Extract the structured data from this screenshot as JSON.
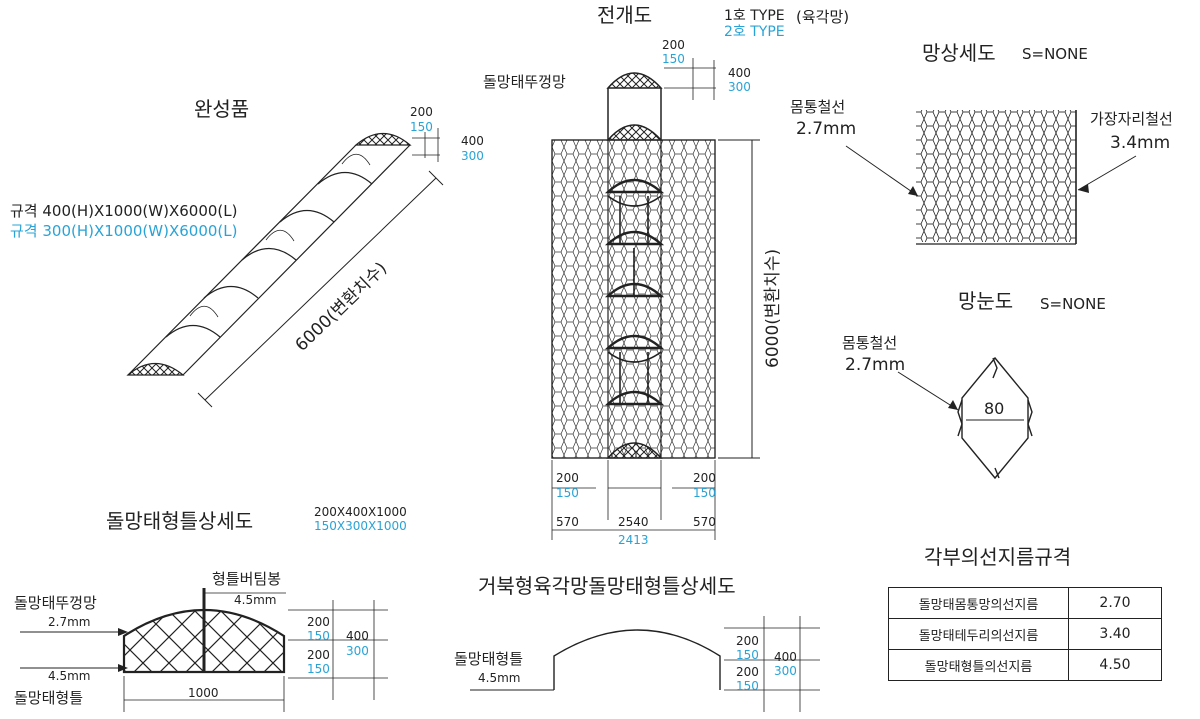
{
  "titles": {
    "finished": "완성품",
    "layout": "전개도",
    "mesh_detail": "망상세도",
    "mesh_eye": "망눈도",
    "frame_detail": "돌망태형틀상세도",
    "turtle_detail": "거북형육각망돌망태형틀상세도",
    "wire_spec": "각부의선지름규격"
  },
  "types": {
    "type1": "1호 TYPE",
    "type1_note": "(육각망)",
    "type2": "2호 TYPE"
  },
  "scale_note": "S=NONE",
  "finished": {
    "spec1": "규격 400(H)X1000(W)X6000(L)",
    "spec2": "규격 300(H)X1000(W)X6000(L)",
    "length": "6000(변환치수)",
    "w1": "200",
    "w2": "150",
    "h1": "400",
    "h2": "300"
  },
  "layout": {
    "lid_label": "돌망태뚜껑망",
    "w1": "200",
    "w2": "150",
    "h1": "400",
    "h2": "300",
    "length": "6000(변환치수)",
    "bottom": [
      "200",
      "150",
      "200",
      "150",
      "570",
      "2540",
      "570",
      "2413"
    ]
  },
  "mesh": {
    "body_wire": "몸통철선",
    "body_mm": "2.7mm",
    "edge_wire": "가장자리철선",
    "edge_mm": "3.4mm",
    "eye_wire": "몸통철선",
    "eye_mm": "2.7mm",
    "eye_size": "80"
  },
  "frame": {
    "size1": "200X400X1000",
    "size2": "150X300X1000",
    "support": "형틀버팀봉",
    "support_mm": "4.5mm",
    "lid": "돌망태뚜껑망",
    "lid_mm": "2.7mm",
    "frame_mm": "4.5mm",
    "frame": "돌망태형틀",
    "width": "1000",
    "d": [
      "200",
      "150",
      "200",
      "150",
      "400",
      "300"
    ]
  },
  "turtle": {
    "frame": "돌망태형틀",
    "frame_mm": "4.5mm",
    "d": [
      "200",
      "150",
      "200",
      "150",
      "400",
      "300"
    ]
  },
  "wire_table": [
    {
      "name": "돌망태몸통망의선지름",
      "value": "2.70"
    },
    {
      "name": "돌망태테두리의선지름",
      "value": "3.40"
    },
    {
      "name": "돌망태형틀의선지름",
      "value": "4.50"
    }
  ],
  "colors": {
    "ink": "#222222",
    "accent": "#29a3d6"
  }
}
